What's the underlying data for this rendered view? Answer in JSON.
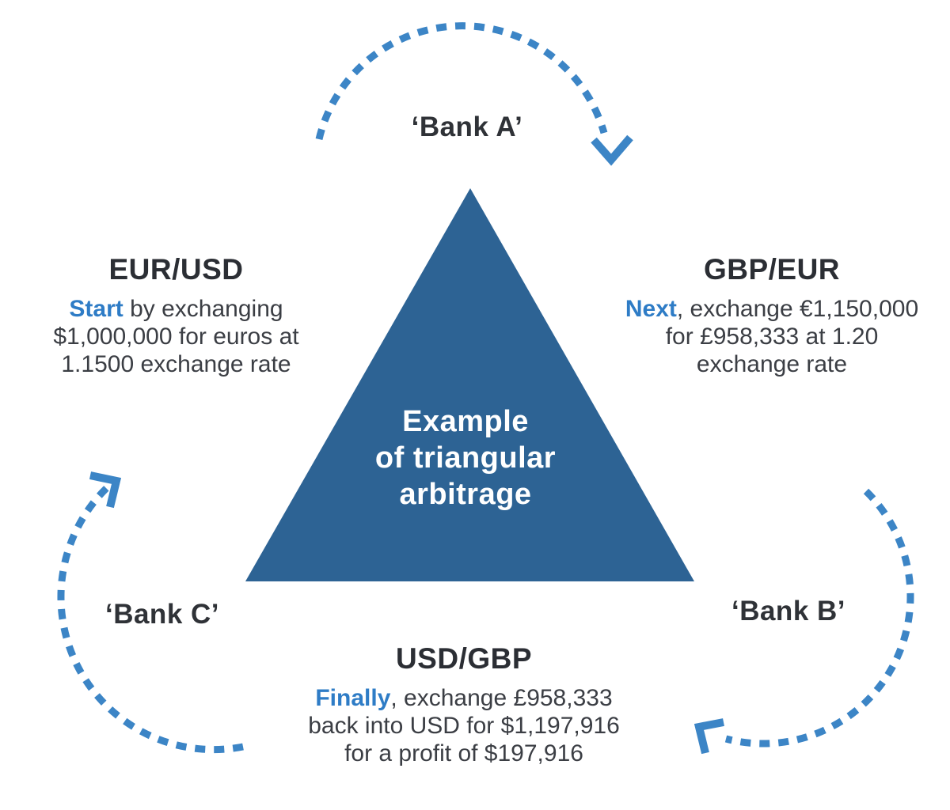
{
  "colors": {
    "triangle": "#2d6394",
    "arc": "#3c85c6",
    "accent": "#2e7cc6",
    "heading": "#2b2e34",
    "body": "#3b3e44",
    "bank": "#2f3237"
  },
  "center": {
    "line1": "Example",
    "line2": "of triangular",
    "line3": "arbitrage"
  },
  "banks": {
    "a": "‘Bank A’",
    "b": "‘Bank B’",
    "c": "‘Bank C’"
  },
  "steps": {
    "eurusd": {
      "heading": "EUR/USD",
      "lead": "Start",
      "lead_suffix": " by exchanging",
      "line2": "$1,000,000 for euros at",
      "line3": "1.1500 exchange rate"
    },
    "gbpeur": {
      "heading": "GBP/EUR",
      "lead": "Next",
      "lead_suffix": ", exchange €1,150,000",
      "line2": "for £958,333 at 1.20",
      "line3": "exchange rate"
    },
    "usdgbp": {
      "heading": "USD/GBP",
      "lead": "Finally",
      "lead_suffix": ", exchange £958,333",
      "line2": "back into USD for $1,197,916",
      "line3": "for a profit of $197,916"
    }
  }
}
